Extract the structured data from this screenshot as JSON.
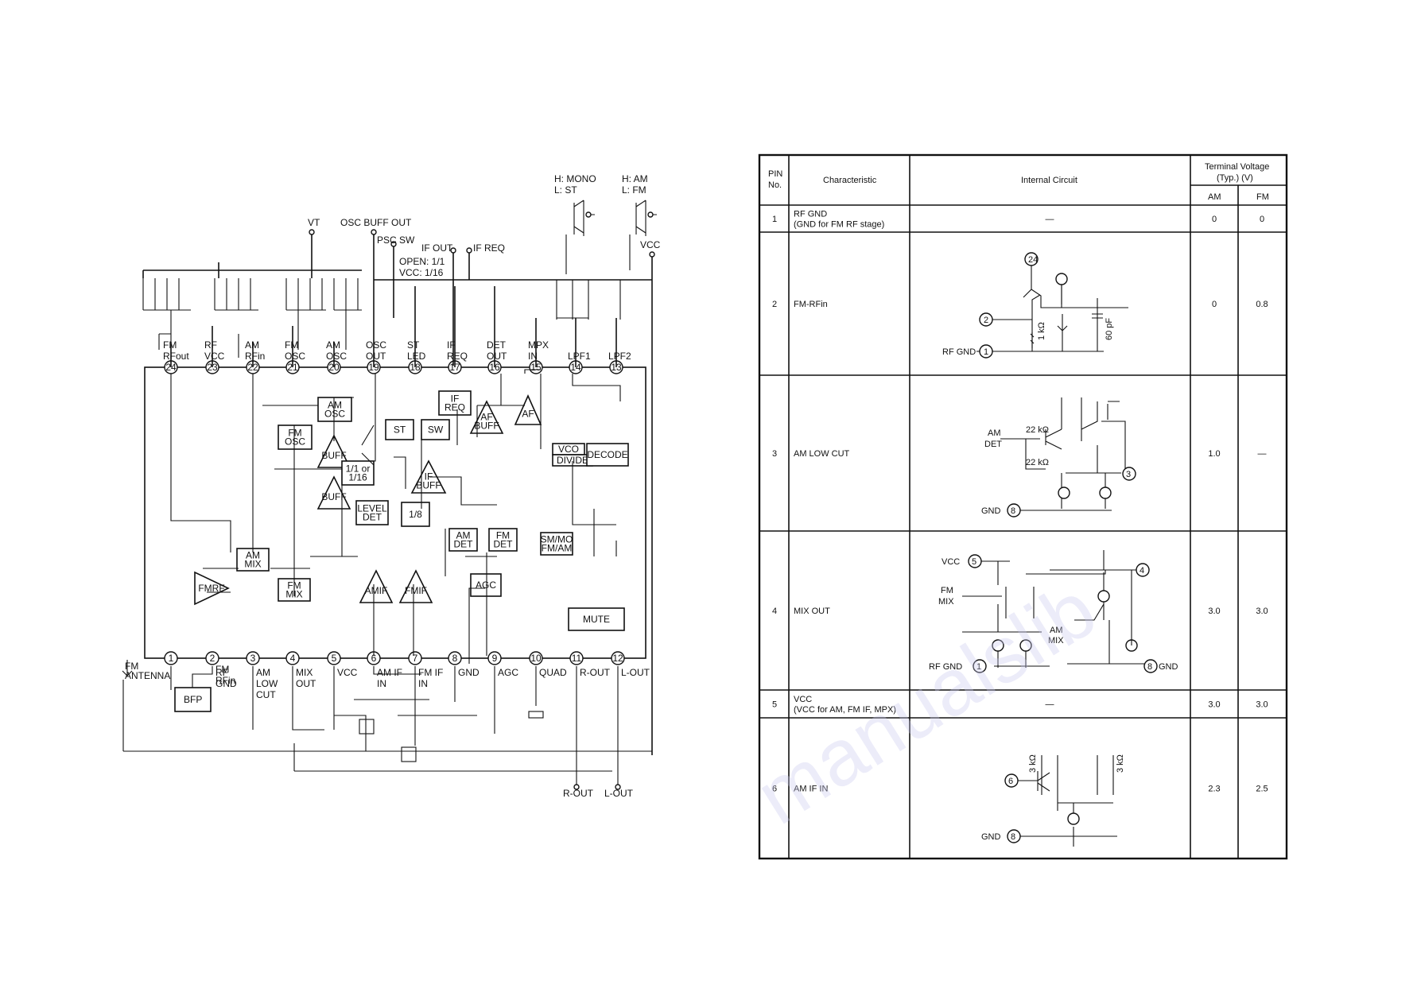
{
  "watermark": "manualslib",
  "diagram": {
    "top_labels": {
      "vt": "VT",
      "osc_buff_out": "OSC BUFF OUT",
      "psc_sw": "PSC SW",
      "if_out": "IF OUT",
      "if_req": "IF REQ",
      "open": "OPEN: 1/1",
      "vcc_116": "VCC: 1/16",
      "h_mono": "H: MONO",
      "l_st": "L: ST",
      "h_am": "H: AM",
      "l_fm": "L: FM",
      "vcc": "VCC"
    },
    "top_pins": [
      {
        "num": "24",
        "l1": "FM",
        "l2": "RFout"
      },
      {
        "num": "23",
        "l1": "RF",
        "l2": "VCC"
      },
      {
        "num": "22",
        "l1": "AM",
        "l2": "RFin"
      },
      {
        "num": "21",
        "l1": "FM",
        "l2": "OSC"
      },
      {
        "num": "20",
        "l1": "AM",
        "l2": "OSC"
      },
      {
        "num": "19",
        "l1": "OSC",
        "l2": "OUT"
      },
      {
        "num": "18",
        "l1": "ST",
        "l2": "LED"
      },
      {
        "num": "17",
        "l1": "IF",
        "l2": "REQ"
      },
      {
        "num": "16",
        "l1": "DET",
        "l2": "OUT"
      },
      {
        "num": "15",
        "l1": "MPX",
        "l2": "IN"
      },
      {
        "num": "14",
        "l1": "",
        "l2": "LPF1"
      },
      {
        "num": "13",
        "l1": "",
        "l2": "LPF2"
      }
    ],
    "bottom_pins": [
      {
        "num": "1",
        "l1": "",
        "l2": "",
        "l3": ""
      },
      {
        "num": "2",
        "l1": "RF",
        "l2": "GND",
        "l3": ""
      },
      {
        "num": "3",
        "l1": "AM",
        "l2": "LOW",
        "l3": "CUT"
      },
      {
        "num": "4",
        "l1": "MIX",
        "l2": "OUT",
        "l3": ""
      },
      {
        "num": "5",
        "l1": "VCC",
        "l2": "",
        "l3": ""
      },
      {
        "num": "6",
        "l1": "AM IF",
        "l2": "IN",
        "l3": ""
      },
      {
        "num": "7",
        "l1": "FM IF",
        "l2": "IN",
        "l3": ""
      },
      {
        "num": "8",
        "l1": "GND",
        "l2": "",
        "l3": ""
      },
      {
        "num": "9",
        "l1": "AGC",
        "l2": "",
        "l3": ""
      },
      {
        "num": "10",
        "l1": "QUAD",
        "l2": "",
        "l3": ""
      },
      {
        "num": "11",
        "l1": "R-OUT",
        "l2": "",
        "l3": ""
      },
      {
        "num": "12",
        "l1": "L-OUT",
        "l2": "",
        "l3": ""
      }
    ],
    "pin2_extra": {
      "l1": "FM",
      "l2": "RFin"
    },
    "fm_antenna": [
      "FM",
      "ANTENNA"
    ],
    "blocks": {
      "am_osc": [
        "AM",
        "OSC"
      ],
      "fm_osc": [
        "FM",
        "OSC"
      ],
      "buff1": "BUFF",
      "buff2": "BUFF",
      "divider": [
        "1/1 or",
        "1/16"
      ],
      "level_det": [
        "LEVEL",
        "DET"
      ],
      "st": "ST",
      "sw": "SW",
      "if_req": [
        "IF",
        "REQ"
      ],
      "af_buff": [
        "AF",
        "BUFF"
      ],
      "af": "AF",
      "vco": "VCO",
      "divide": "DIVIDE",
      "decode": "DECODE",
      "if_buff": [
        "IF",
        "BUFF"
      ],
      "one_eighth": "1/8",
      "am_det": [
        "AM",
        "DET"
      ],
      "fm_det": [
        "FM",
        "DET"
      ],
      "sm_mo": [
        "SM/MO",
        "FM/AM"
      ],
      "am_mix": [
        "AM",
        "MIX"
      ],
      "fm_mix": [
        "FM",
        "MIX"
      ],
      "fmrf": "FMRF",
      "amif": "AMIF",
      "fmif": "FMIF",
      "agc": "AGC",
      "mute": "MUTE",
      "bfp": "BFP"
    },
    "outputs": {
      "r_out": "R-OUT",
      "l_out": "L-OUT"
    }
  },
  "table": {
    "headers": {
      "pin": [
        "PIN",
        "No."
      ],
      "characteristic": "Characteristic",
      "internal": "Internal Circuit",
      "terminal": [
        "Terminal Voltage",
        "(Typ.) (V)"
      ],
      "am": "AM",
      "fm": "FM"
    },
    "rows": [
      {
        "pin": "1",
        "char": [
          "RF GND",
          "(GND for FM RF stage)"
        ],
        "circuit": "—",
        "am": "0",
        "fm": "0"
      },
      {
        "pin": "2",
        "char": [
          "FM-RFin"
        ],
        "circuit": "",
        "am": "0",
        "fm": "0.8"
      },
      {
        "pin": "3",
        "char": [
          "AM LOW CUT"
        ],
        "circuit": "",
        "am": "1.0",
        "fm": "—"
      },
      {
        "pin": "4",
        "char": [
          "MIX OUT"
        ],
        "circuit": "",
        "am": "3.0",
        "fm": "3.0"
      },
      {
        "pin": "5",
        "char": [
          "VCC",
          "(VCC for AM, FM IF, MPX)"
        ],
        "circuit": "—",
        "am": "3.0",
        "fm": "3.0"
      },
      {
        "pin": "6",
        "char": [
          "AM IF IN"
        ],
        "circuit": "",
        "am": "2.3",
        "fm": "2.5"
      }
    ],
    "circuits": {
      "r2": {
        "p24": "24",
        "p2": "2",
        "rfgnd": "RF GND",
        "p1": "1",
        "r": "1 kΩ",
        "c": "60 pF"
      },
      "r3": {
        "am": "AM",
        "det": "DET",
        "r1": "22 kΩ",
        "r2": "22 kΩ",
        "p3": "3",
        "gnd": "GND",
        "p8": "8"
      },
      "r4": {
        "vcc": "VCC",
        "p5": "5",
        "fm": "FM",
        "mix": "MIX",
        "am": "AM",
        "mix2": "MIX",
        "p4": "4",
        "rfgnd": "RF GND",
        "p1": "1",
        "p8": "8",
        "gnd": "GND"
      },
      "r6": {
        "r1": "3 kΩ",
        "r2": "3 kΩ",
        "p6": "6",
        "gnd": "GND",
        "p8": "8"
      }
    }
  }
}
